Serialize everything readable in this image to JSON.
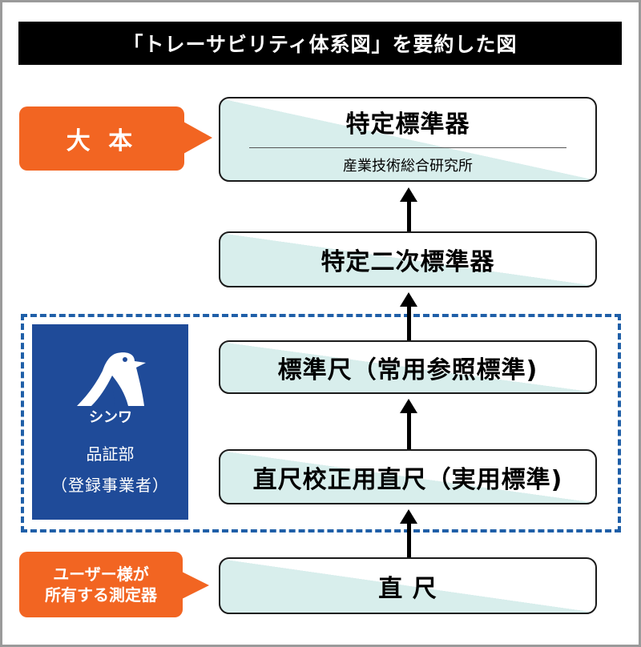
{
  "title": "「トレーサビリティ体系図」を要約した図",
  "hierarchy": [
    {
      "label": "特定標準器",
      "sublabel": "産業技術総合研究所"
    },
    {
      "label": "特定二次標準器"
    },
    {
      "label": "標準尺（常用参照標準)"
    },
    {
      "label": "直尺校正用直尺（実用標準)"
    },
    {
      "label": "直 尺"
    }
  ],
  "callouts": {
    "top": "大 本",
    "bottom_line1": "ユーザー様が",
    "bottom_line2": "所有する測定器"
  },
  "panel": {
    "logo_text": "シンワ",
    "department": "品証部",
    "registration": "（登録事業者）"
  },
  "colors": {
    "title_bg": "#000000",
    "callout": "#f26522",
    "panel": "#1f4b99",
    "dashed_border": "#1f5fa8",
    "box_fill": "#d8eeec"
  }
}
